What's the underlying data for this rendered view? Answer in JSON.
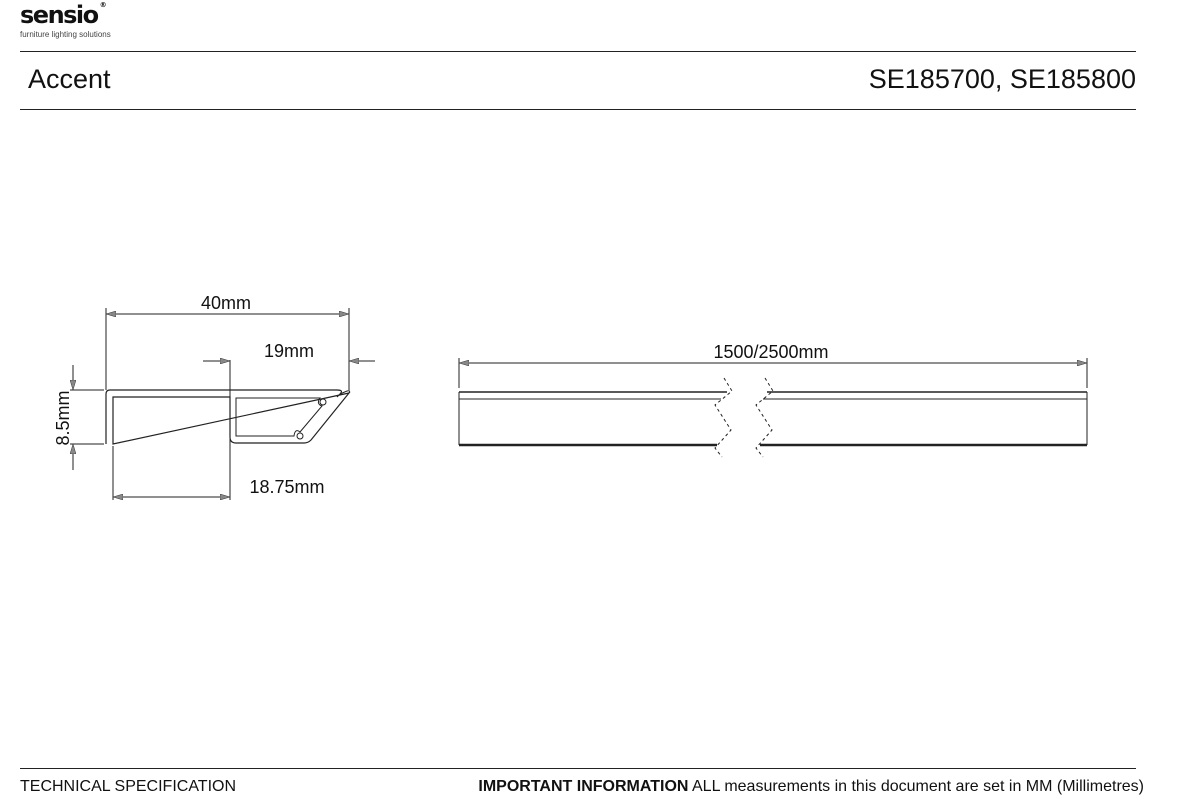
{
  "brand": {
    "name": "sensio",
    "tagline": "furniture lighting solutions",
    "accent_color": "#7cc242"
  },
  "header": {
    "product_name": "Accent",
    "product_codes": "SE185700, SE185800"
  },
  "drawing": {
    "profile": {
      "width_label": "40mm",
      "channel_label": "19mm",
      "height_label": "8.5mm",
      "lip_label": "18.75mm"
    },
    "length": {
      "label": "1500/2500mm"
    }
  },
  "footer": {
    "doc_type": "TECHNICAL SPECIFICATION",
    "notice_heading": "IMPORTANT INFORMATION",
    "notice_text": "ALL measurements in this document are set in MM (Millimetres)"
  }
}
